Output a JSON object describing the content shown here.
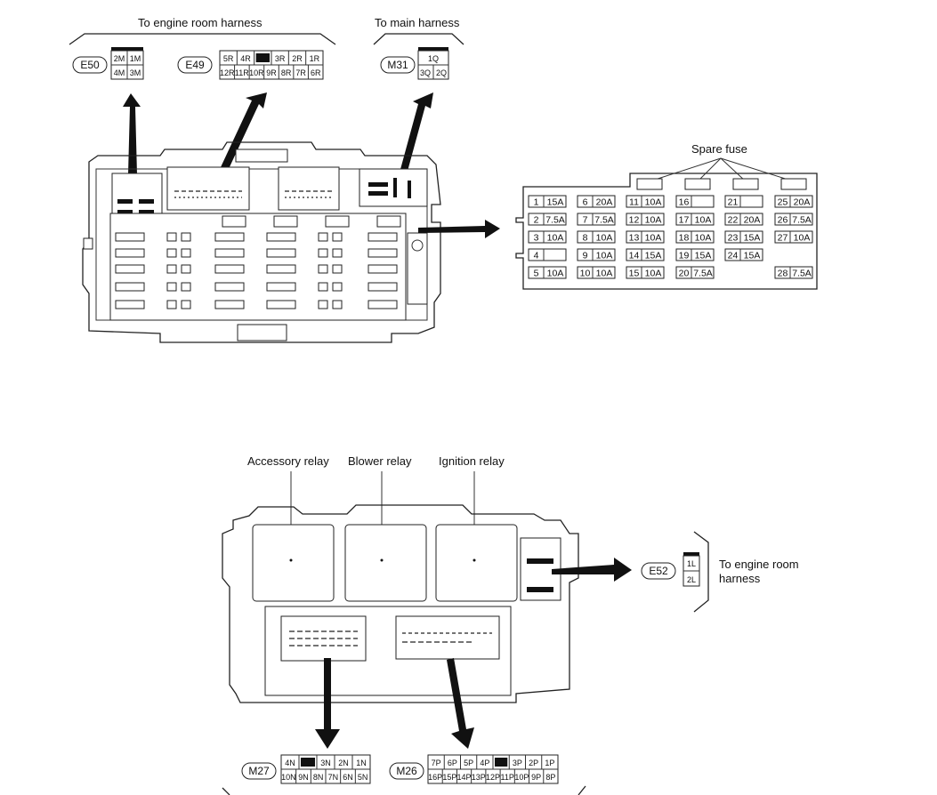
{
  "top": {
    "engine_label": "To engine room harness",
    "main_label": "To main harness",
    "spare_label": "Spare fuse",
    "E50": {
      "id": "E50",
      "row1": [
        "2M",
        "1M"
      ],
      "row2": [
        "4M",
        "3M"
      ]
    },
    "E49": {
      "id": "E49",
      "row1": [
        "5R",
        "4R",
        "",
        "3R",
        "2R",
        "1R"
      ],
      "row2": [
        "12R",
        "11R",
        "10R",
        "9R",
        "8R",
        "7R",
        "6R"
      ]
    },
    "M31": {
      "id": "M31",
      "row1": [
        "1Q"
      ],
      "row2": [
        "3Q",
        "2Q"
      ]
    }
  },
  "fuses": {
    "col1": [
      [
        "1",
        "15A"
      ],
      [
        "2",
        "7.5A"
      ],
      [
        "3",
        "10A"
      ],
      [
        "4",
        ""
      ],
      [
        "5",
        "10A"
      ]
    ],
    "col2": [
      [
        "6",
        "20A"
      ],
      [
        "7",
        "7.5A"
      ],
      [
        "8",
        "10A"
      ],
      [
        "9",
        "10A"
      ],
      [
        "10",
        "10A"
      ]
    ],
    "col3": [
      [
        "11",
        "10A"
      ],
      [
        "12",
        "10A"
      ],
      [
        "13",
        "10A"
      ],
      [
        "14",
        "15A"
      ],
      [
        "15",
        "10A"
      ]
    ],
    "col4": [
      [
        "16",
        ""
      ],
      [
        "17",
        "10A"
      ],
      [
        "18",
        "10A"
      ],
      [
        "19",
        "15A"
      ],
      [
        "20",
        "7.5A"
      ]
    ],
    "col5": [
      [
        "21",
        ""
      ],
      [
        "22",
        "20A"
      ],
      [
        "23",
        "15A"
      ],
      [
        "24",
        "15A"
      ]
    ],
    "col6": [
      [
        "25",
        "20A"
      ],
      [
        "26",
        "7.5A"
      ],
      [
        "27",
        "10A"
      ],
      [
        "28",
        "7.5A"
      ]
    ]
  },
  "bottom": {
    "accessory": "Accessory relay",
    "blower": "Blower relay",
    "ignition": "Ignition relay",
    "engine_label_1": "To engine room",
    "engine_label_2": "harness",
    "E52": {
      "id": "E52",
      "pins": [
        "1L",
        "2L"
      ]
    },
    "M27": {
      "id": "M27",
      "row1": [
        "4N",
        "",
        "3N",
        "2N",
        "1N"
      ],
      "row2": [
        "10N",
        "9N",
        "8N",
        "7N",
        "6N",
        "5N"
      ]
    },
    "M26": {
      "id": "M26",
      "row1": [
        "7P",
        "6P",
        "5P",
        "4P",
        "",
        "3P",
        "2P",
        "1P"
      ],
      "row2": [
        "16P",
        "15P",
        "14P",
        "13P",
        "12P",
        "11P",
        "10P",
        "9P",
        "8P"
      ]
    }
  }
}
